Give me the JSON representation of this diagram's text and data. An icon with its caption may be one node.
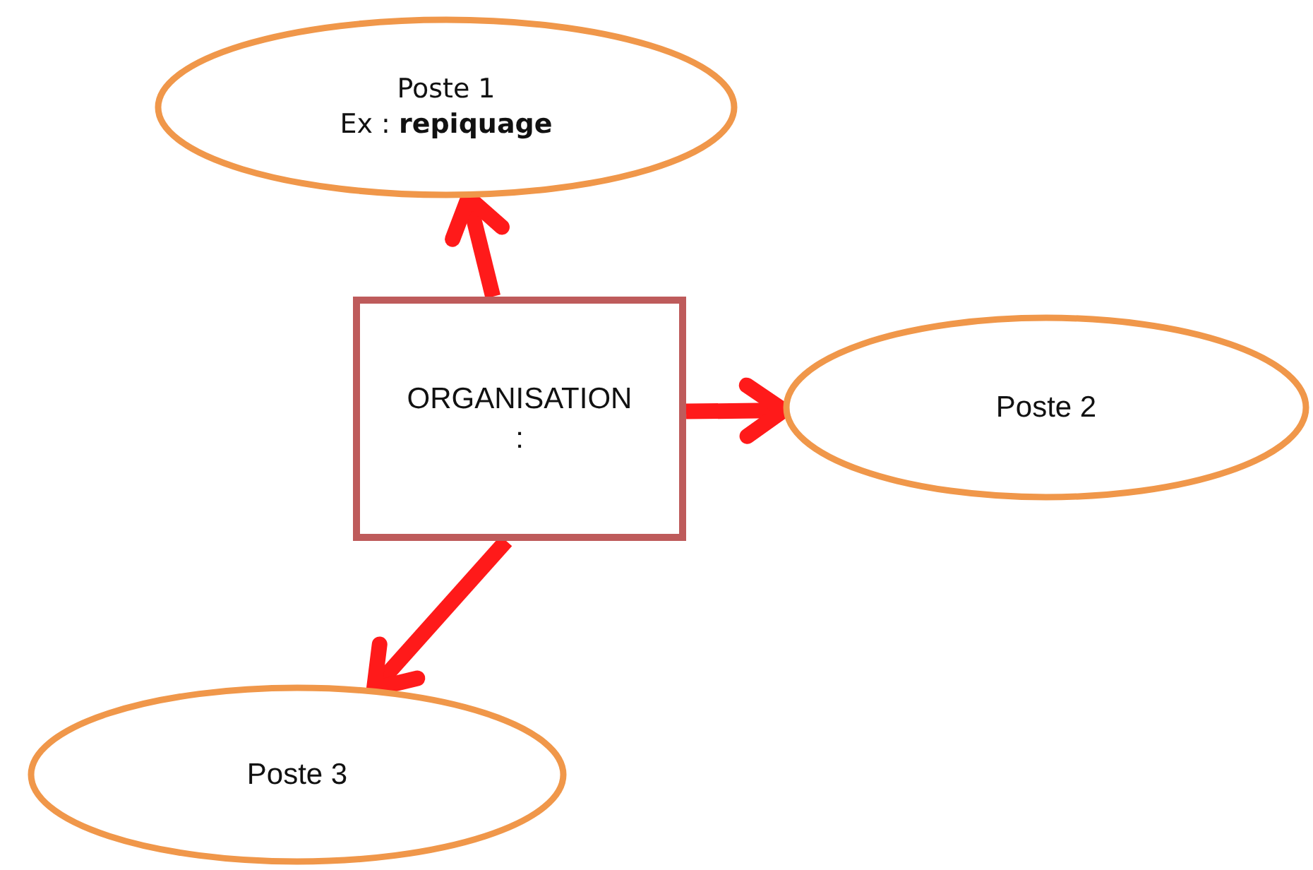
{
  "diagram": {
    "nodes": [
      {
        "text": [
          "Poste 1",
          "Ex : **repiquage**"
        ]
      },
      {
        "text": [
          "ORGANISATION :"
        ]
      },
      {
        "text": [
          "Poste 2"
        ]
      },
      {
        "text": [
          "Poste 3"
        ]
      }
    ],
    "edges": [
      {
        "from": 1,
        "to": 0,
        "arrow": "to"
      },
      {
        "from": 1,
        "to": 2,
        "arrow": "to"
      },
      {
        "from": 1,
        "to": 3,
        "arrow": "to"
      }
    ]
  }
}
